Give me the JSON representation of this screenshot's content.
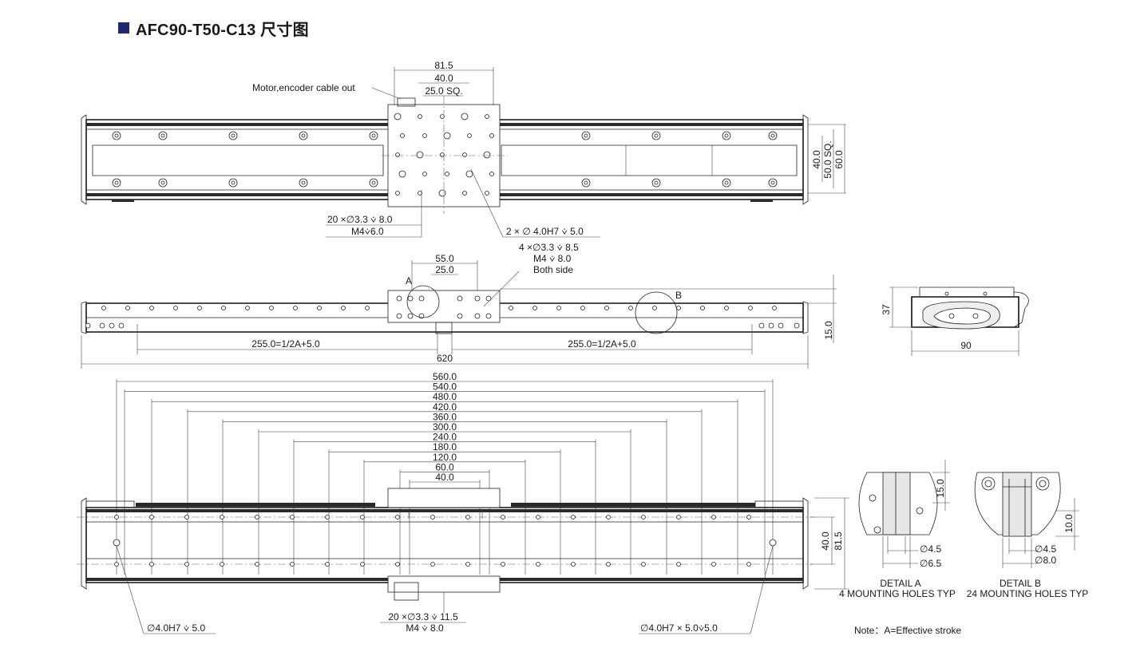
{
  "header": {
    "title": "AFC90-T50-C13 尺寸图",
    "accent": "#1f2a6b"
  },
  "top_view": {
    "dims": {
      "w81": "81.5",
      "w40": "40.0",
      "sq25": "25.0 SQ.",
      "v40": "40.0",
      "v50": "50.0 SQ.",
      "v60": "60.0"
    },
    "labels": {
      "cable": "Motor,encoder cable out",
      "holes20": "20 ×∅3.3 ⩒ 8.0",
      "m4": "M4⩒6.0",
      "holes2": "2 × ∅ 4.0H7 ⩒ 5.0",
      "holes4": "4 ×∅3.3 ⩒ 8.5",
      "m4b": "M4 ⩒ 8.0",
      "both": "Both side"
    }
  },
  "side_view": {
    "dims": {
      "d55": "55.0",
      "d25": "25.0",
      "h15": "15.0",
      "half_left": "255.0=1/2A+5.0",
      "half_right": "255.0=1/2A+5.0",
      "total": "620"
    },
    "labels": {
      "a": "A",
      "b": "B"
    }
  },
  "end_view": {
    "dims": {
      "h37": "37",
      "w90": "90"
    }
  },
  "bottom_view": {
    "dims": [
      "560.0",
      "540.0",
      "480.0",
      "420.0",
      "360.0",
      "300.0",
      "240.0",
      "180.0",
      "120.0",
      "60.0",
      "40.0"
    ],
    "v40": "40.0",
    "v81": "81.5",
    "labels": {
      "left_hole": "∅4.0H7 ⩒ 5.0",
      "center_holes": "20 ×∅3.3 ⩒ 11.5",
      "center_m4": "M4 ⩒ 8.0",
      "right_hole": "∅4.0H7 × 5.0⩒5.0"
    }
  },
  "detail_a": {
    "d15": "15.0",
    "d45": "∅4.5",
    "d65": "∅6.5",
    "title": "DETAIL A",
    "sub": "4 MOUNTING HOLES TYP"
  },
  "detail_b": {
    "d10": "10.0",
    "d45": "∅4.5",
    "d80": "∅8.0",
    "title": "DETAIL B",
    "sub": "24 MOUNTING HOLES TYP"
  },
  "note": "Note：A=Effective stroke"
}
